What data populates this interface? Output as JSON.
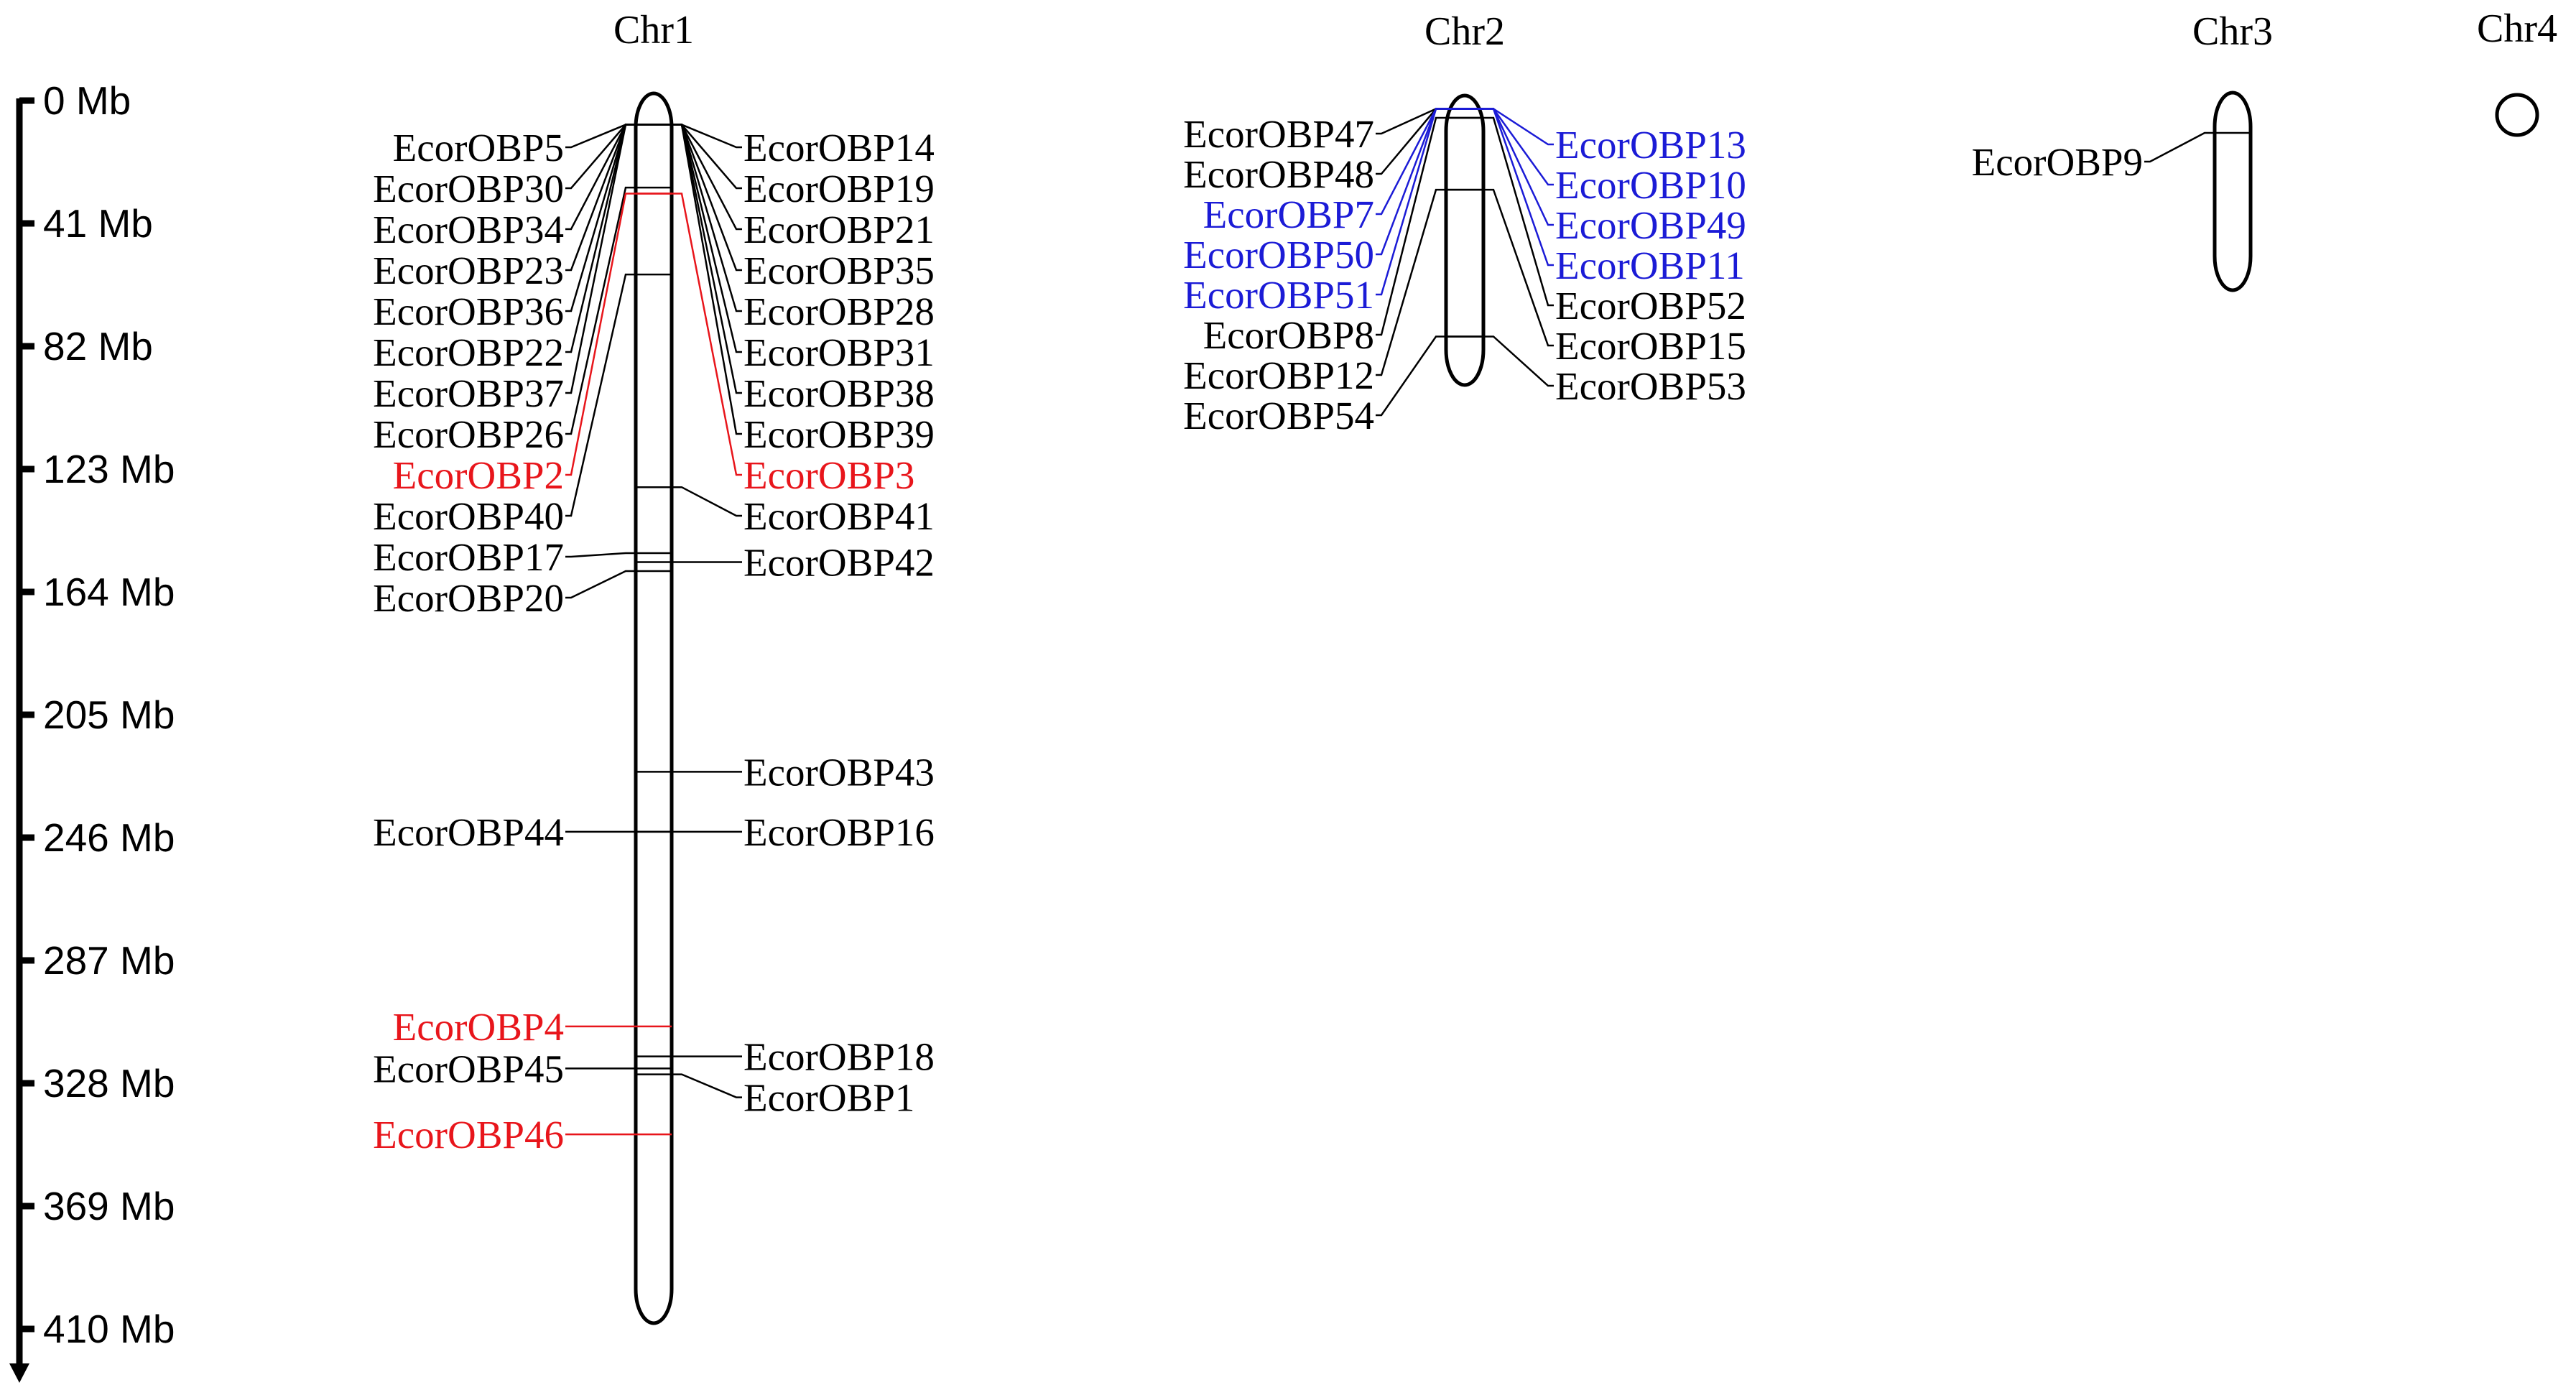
{
  "colors": {
    "default": "#000000",
    "red": "#e8151b",
    "blue": "#1b1bd6"
  },
  "scale": {
    "ticks": [
      "0 Mb",
      "41 Mb",
      "82 Mb",
      "123 Mb",
      "164 Mb",
      "205 Mb",
      "246 Mb",
      "287 Mb",
      "328 Mb",
      "369 Mb",
      "410 Mb"
    ]
  },
  "chromosomes": [
    {
      "id": "chr1",
      "title": "Chr1",
      "left_genes": [
        {
          "name": "EcorOBP5",
          "pos": 9
        },
        {
          "name": "EcorOBP30",
          "pos": 9
        },
        {
          "name": "EcorOBP34",
          "pos": 9
        },
        {
          "name": "EcorOBP23",
          "pos": 9
        },
        {
          "name": "EcorOBP36",
          "pos": 9
        },
        {
          "name": "EcorOBP22",
          "pos": 9
        },
        {
          "name": "EcorOBP37",
          "pos": 9
        },
        {
          "name": "EcorOBP26",
          "pos": 30
        },
        {
          "name": "EcorOBP2",
          "pos": 32,
          "color": "red"
        },
        {
          "name": "EcorOBP40",
          "pos": 59
        },
        {
          "name": "EcorOBP17",
          "pos": 152
        },
        {
          "name": "EcorOBP20",
          "pos": 158
        },
        {
          "name": "EcorOBP44",
          "pos": 245
        },
        {
          "name": "EcorOBP4",
          "pos": 310,
          "color": "red"
        },
        {
          "name": "EcorOBP45",
          "pos": 324
        },
        {
          "name": "EcorOBP46",
          "pos": 346,
          "color": "red"
        }
      ],
      "right_genes": [
        {
          "name": "EcorOBP14",
          "pos": 9
        },
        {
          "name": "EcorOBP19",
          "pos": 9
        },
        {
          "name": "EcorOBP21",
          "pos": 9
        },
        {
          "name": "EcorOBP35",
          "pos": 9
        },
        {
          "name": "EcorOBP28",
          "pos": 9
        },
        {
          "name": "EcorOBP31",
          "pos": 9
        },
        {
          "name": "EcorOBP38",
          "pos": 9
        },
        {
          "name": "EcorOBP39",
          "pos": 9
        },
        {
          "name": "EcorOBP3",
          "pos": 32,
          "color": "red"
        },
        {
          "name": "EcorOBP41",
          "pos": 130
        },
        {
          "name": "EcorOBP42",
          "pos": 155
        },
        {
          "name": "EcorOBP43",
          "pos": 225
        },
        {
          "name": "EcorOBP16",
          "pos": 245
        },
        {
          "name": "EcorOBP18",
          "pos": 320
        },
        {
          "name": "EcorOBP1",
          "pos": 326
        }
      ]
    },
    {
      "id": "chr2",
      "title": "Chr2",
      "left_genes": [
        {
          "name": "EcorOBP47",
          "pos": 3
        },
        {
          "name": "EcorOBP48",
          "pos": 3
        },
        {
          "name": "EcorOBP7",
          "pos": 3,
          "color": "blue"
        },
        {
          "name": "EcorOBP50",
          "pos": 3,
          "color": "blue"
        },
        {
          "name": "EcorOBP51",
          "pos": 3,
          "color": "blue"
        },
        {
          "name": "EcorOBP8",
          "pos": 6
        },
        {
          "name": "EcorOBP12",
          "pos": 30
        },
        {
          "name": "EcorOBP54",
          "pos": 79
        }
      ],
      "right_genes": [
        {
          "name": "EcorOBP13",
          "pos": 3,
          "color": "blue"
        },
        {
          "name": "EcorOBP10",
          "pos": 3,
          "color": "blue"
        },
        {
          "name": "EcorOBP49",
          "pos": 3,
          "color": "blue"
        },
        {
          "name": "EcorOBP11",
          "pos": 3,
          "color": "blue"
        },
        {
          "name": "EcorOBP52",
          "pos": 6
        },
        {
          "name": "EcorOBP15",
          "pos": 30
        },
        {
          "name": "EcorOBP53",
          "pos": 79
        }
      ]
    },
    {
      "id": "chr3",
      "title": "Chr3",
      "left_genes": [
        {
          "name": "EcorOBP9",
          "pos": 12
        }
      ],
      "right_genes": []
    },
    {
      "id": "chr4",
      "title": "Chr4",
      "left_genes": [],
      "right_genes": []
    }
  ]
}
